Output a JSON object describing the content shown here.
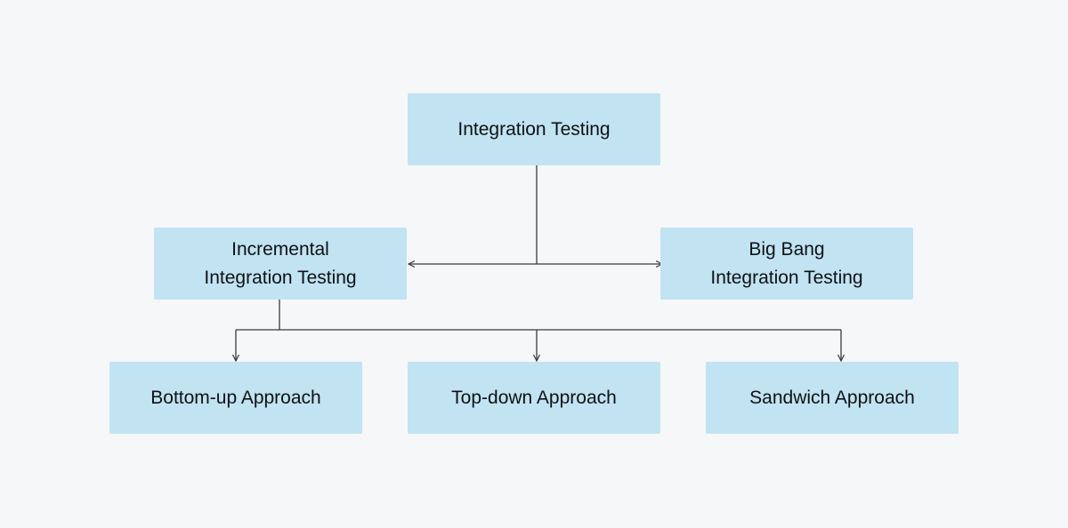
{
  "diagram": {
    "type": "tree",
    "root": {
      "label": "Integration Testing"
    },
    "level2": {
      "incremental": {
        "line1": "Incremental",
        "line2": "Integration Testing"
      },
      "bigbang": {
        "line1": "Big Bang",
        "line2": "Integration Testing"
      }
    },
    "level3": {
      "bottom_up": "Bottom-up Approach",
      "top_down": "Top-down Approach",
      "sandwich": "Sandwich Approach"
    },
    "edges": [
      {
        "from": "Integration Testing",
        "to": "Incremental Integration Testing"
      },
      {
        "from": "Integration Testing",
        "to": "Big Bang Integration Testing"
      },
      {
        "from": "Incremental Integration Testing",
        "to": "Bottom-up Approach"
      },
      {
        "from": "Incremental Integration Testing",
        "to": "Top-down Approach"
      },
      {
        "from": "Incremental Integration Testing",
        "to": "Sandwich Approach"
      }
    ],
    "colors": {
      "background": "#f6f7f9",
      "node_fill": "#c1e3f2",
      "text": "#0f1115",
      "connector": "#3a3a3a"
    }
  }
}
